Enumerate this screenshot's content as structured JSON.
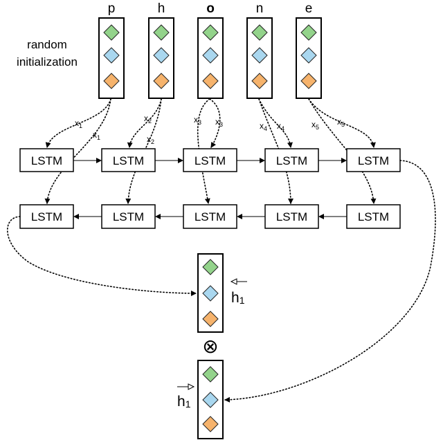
{
  "letters": [
    "p",
    "h",
    "o",
    "n",
    "e"
  ],
  "caption": {
    "line1": "random",
    "line2": "initialization"
  },
  "forward_lstm": [
    "LSTM",
    "LSTM",
    "LSTM",
    "LSTM",
    "LSTM"
  ],
  "backward_lstm": [
    "LSTM",
    "LSTM",
    "LSTM",
    "LSTM",
    "LSTM"
  ],
  "inputs": [
    {
      "base": "x",
      "sub": "1"
    },
    {
      "base": "x",
      "sub": "2"
    },
    {
      "base": "x",
      "sub": "3"
    },
    {
      "base": "x",
      "sub": "4"
    },
    {
      "base": "x",
      "sub": "5"
    }
  ],
  "backward_hidden": {
    "base": "h",
    "sub": "1"
  },
  "forward_hidden": {
    "base": "h",
    "sub": "1"
  },
  "operator": "⊗",
  "colors": {
    "green": "#93d38b",
    "blue": "#a9d7ef",
    "orange": "#f6b36c",
    "stroke": "#000000"
  }
}
